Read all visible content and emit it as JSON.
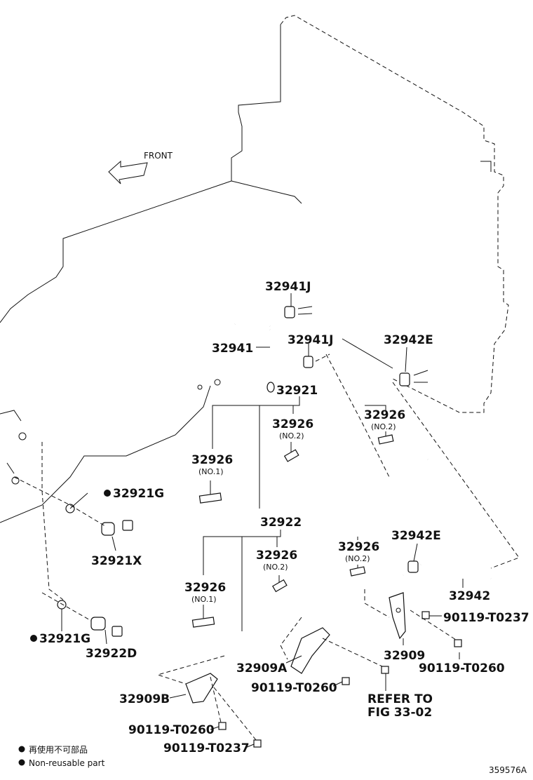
{
  "front_label": "FRONT",
  "labels": {
    "p32941J_top": "32941J",
    "p32941": "32941",
    "p32941J_mid": "32941J",
    "p32942E_top": "32942E",
    "p32921": "32921",
    "p32926_no2_a": "32926",
    "no2_a": "(NO.2)",
    "p32926_no2_b": "32926",
    "no2_b": "(NO.2)",
    "p32926_no1_a": "32926",
    "no1_a": "(NO.1)",
    "p32921G_a": "32921G",
    "p32921X": "32921X",
    "p32922": "32922",
    "p32926_no2_c": "32926",
    "no2_c": "(NO.2)",
    "p32926_no2_d": "32926",
    "no2_d": "(NO.2)",
    "p32942E_mid": "32942E",
    "p32926_no1_b": "32926",
    "no1_b": "(NO.1)",
    "p32942": "32942",
    "p90119_T0237_a": "90119-T0237",
    "p32921G_b": "32921G",
    "p32922D": "32922D",
    "p32909": "32909",
    "p90119_T0260_a": "90119-T0260",
    "p32909A": "32909A",
    "p90119_T0260_b": "90119-T0260",
    "refer_line1": "REFER TO",
    "refer_line2": "FIG 33-02",
    "p32909B": "32909B",
    "p90119_T0260_c": "90119-T0260",
    "p90119_T0237_b": "90119-T0237"
  },
  "legend": {
    "jp": "再使用不可部品",
    "en": "Non-reusable part"
  },
  "figure_id": "359576A"
}
